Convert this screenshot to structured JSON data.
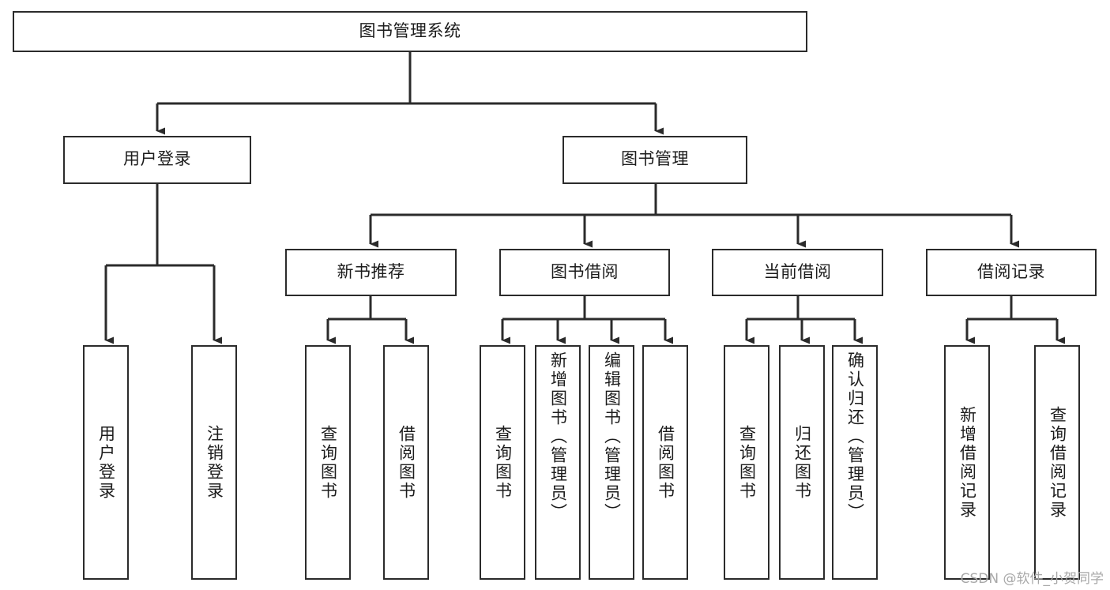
{
  "diagram": {
    "type": "tree-hierarchy",
    "title": "图书管理系统",
    "watermark": "CSDN @软件_小贺同学",
    "colors": {
      "stroke": "#2b2b2b",
      "fill": "#ffffff",
      "text": "#1c1c1c",
      "watermark": "#a8a8a8"
    },
    "nodes": {
      "root": {
        "label": "图书管理系统",
        "orientation": "horizontal"
      },
      "level1": [
        {
          "id": "user-login",
          "label": "用户登录",
          "orientation": "horizontal"
        },
        {
          "id": "book-manage",
          "label": "图书管理",
          "orientation": "horizontal"
        }
      ],
      "level2": [
        {
          "id": "new-book-recommend",
          "label": "新书推荐",
          "orientation": "horizontal"
        },
        {
          "id": "book-borrow",
          "label": "图书借阅",
          "orientation": "horizontal"
        },
        {
          "id": "current-borrow",
          "label": "当前借阅",
          "orientation": "horizontal"
        },
        {
          "id": "borrow-record",
          "label": "借阅记录",
          "orientation": "horizontal"
        }
      ],
      "leaves": [
        {
          "id": "leaf-user-login",
          "label": "用户登录",
          "parent": "user-login",
          "orientation": "vertical"
        },
        {
          "id": "leaf-logout",
          "label": "注销登录",
          "parent": "user-login",
          "orientation": "vertical"
        },
        {
          "id": "leaf-query-book-1",
          "label": "查询图书",
          "parent": "new-book-recommend",
          "orientation": "vertical"
        },
        {
          "id": "leaf-borrow-book-1",
          "label": "借阅图书",
          "parent": "new-book-recommend",
          "orientation": "vertical"
        },
        {
          "id": "leaf-query-book-2",
          "label": "查询图书",
          "parent": "book-borrow",
          "orientation": "vertical"
        },
        {
          "id": "leaf-add-book",
          "label": "新增图书（管理员）",
          "parent": "book-borrow",
          "orientation": "vertical"
        },
        {
          "id": "leaf-edit-book",
          "label": "编辑图书（管理员）",
          "parent": "book-borrow",
          "orientation": "vertical"
        },
        {
          "id": "leaf-borrow-book-2",
          "label": "借阅图书",
          "parent": "book-borrow",
          "orientation": "vertical"
        },
        {
          "id": "leaf-query-book-3",
          "label": "查询图书",
          "parent": "current-borrow",
          "orientation": "vertical"
        },
        {
          "id": "leaf-return-book",
          "label": "归还图书",
          "parent": "current-borrow",
          "orientation": "vertical"
        },
        {
          "id": "leaf-confirm-return",
          "label": "确认归还（管理员）",
          "parent": "current-borrow",
          "orientation": "vertical"
        },
        {
          "id": "leaf-add-record",
          "label": "新增借阅记录",
          "parent": "borrow-record",
          "orientation": "vertical"
        },
        {
          "id": "leaf-query-record",
          "label": "查询借阅记录",
          "parent": "borrow-record",
          "orientation": "vertical"
        }
      ]
    }
  }
}
